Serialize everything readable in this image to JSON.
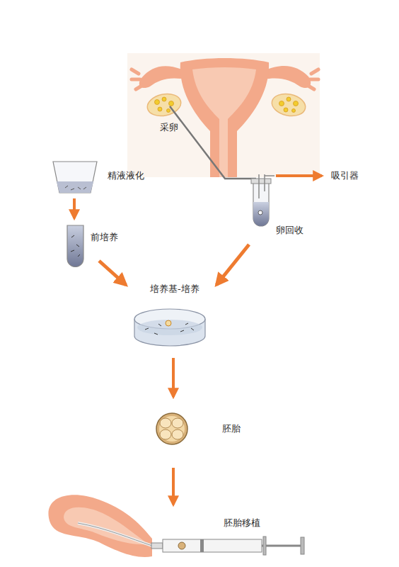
{
  "diagram": {
    "labels": [
      "采卵",
      "精液液化",
      "吸引器",
      "卵回收",
      "前培养",
      "培养基-培养",
      "胚胎",
      "胚胎移植"
    ]
  }
}
